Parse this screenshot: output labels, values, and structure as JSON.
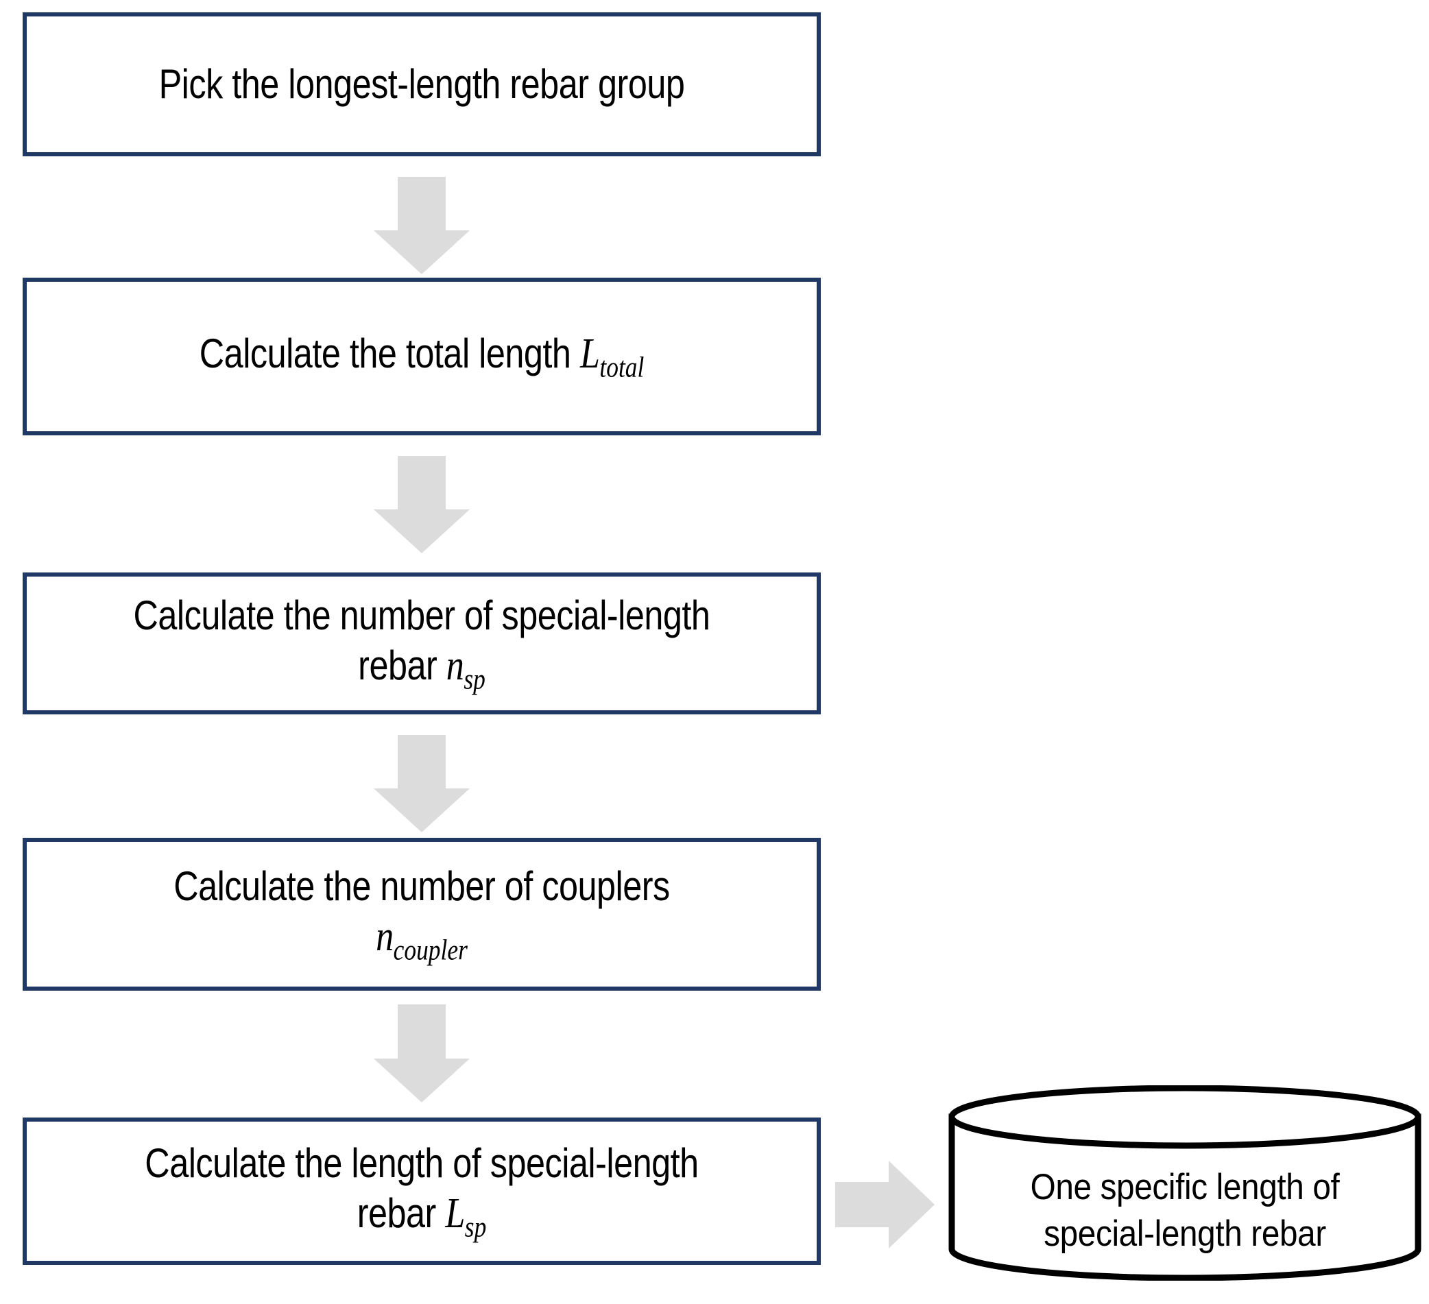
{
  "diagram": {
    "title": "Special-length rebar calculation flowchart",
    "colors": {
      "box_border": "#1f3864",
      "box_fill": "#ffffff",
      "arrow_fill": "#dcdcdc",
      "cylinder_stroke": "#000000",
      "text": "#000000"
    },
    "steps": [
      {
        "id": "step-1",
        "line1": "Pick the longest-length rebar",
        "line2": "group",
        "var_base": "",
        "var_sub": ""
      },
      {
        "id": "step-2",
        "line1": "Calculate the total length ",
        "line2": "",
        "var_base": "L",
        "var_sub": "total"
      },
      {
        "id": "step-3",
        "line1": "Calculate the number of special-",
        "line2": "length rebar ",
        "var_base": "n",
        "var_sub": "sp"
      },
      {
        "id": "step-4",
        "line1": "Calculate the number of couplers",
        "line2": "",
        "var_base": "n",
        "var_sub": "coupler"
      },
      {
        "id": "step-5",
        "line1": "Calculate the length of special-",
        "line2": "length rebar ",
        "var_base": "L",
        "var_sub": "sp"
      }
    ],
    "connectors": [
      {
        "id": "arrow-1",
        "direction": "down"
      },
      {
        "id": "arrow-2",
        "direction": "down"
      },
      {
        "id": "arrow-3",
        "direction": "down"
      },
      {
        "id": "arrow-4",
        "direction": "down"
      },
      {
        "id": "arrow-5",
        "direction": "right"
      }
    ],
    "output": {
      "id": "output-cylinder",
      "shape": "cylinder",
      "line1": "One specific length of",
      "line2": "special-length rebar"
    }
  }
}
